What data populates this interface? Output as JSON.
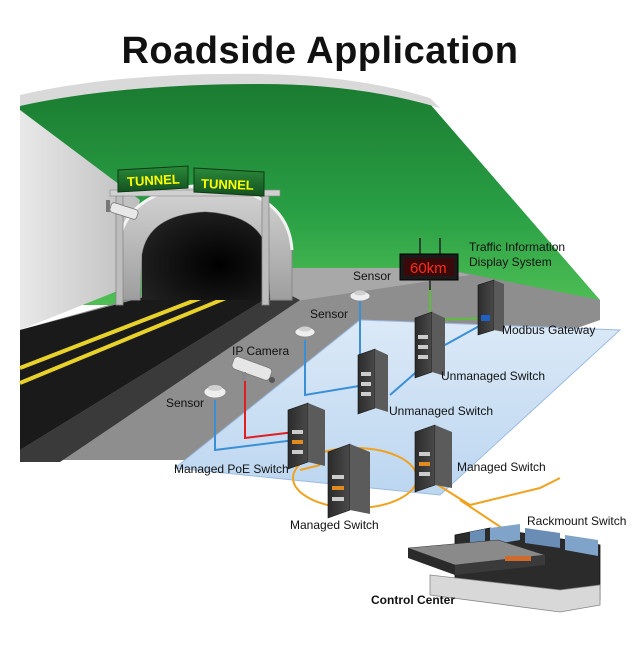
{
  "title": "Roadside Application",
  "tunnel_signs": [
    "TUNNEL",
    "TUNNEL"
  ],
  "display_reading": "60km",
  "labels": {
    "sensor_top": "Sensor",
    "sensor_mid": "Sensor",
    "sensor_left": "Sensor",
    "ip_camera": "IP Camera",
    "traffic_info_1": "Traffic Information",
    "traffic_info_2": "Display System",
    "modbus_gateway": "Modbus Gateway",
    "unmanaged_switch_1": "Unmanaged Switch",
    "unmanaged_switch_2": "Unmanaged Switch",
    "managed_poe_switch": "Managed PoE Switch",
    "managed_switch_1": "Managed Switch",
    "managed_switch_2": "Managed Switch",
    "rackmount_switch": "Rackmount Switch",
    "control_center": "Control Center"
  },
  "colors": {
    "tunnel_green": "#1e8f3a",
    "road": "#1a1a1a",
    "lane_yellow": "#e8d22a",
    "platform": "#cfe3f6",
    "link_blue": "#3b8fd6",
    "link_red": "#e02020",
    "link_green": "#5cbf3a",
    "link_orange": "#f0a21e",
    "sign_green": "#1d6b2a",
    "led_red": "#ff2a1a"
  },
  "icons": [
    "tunnel",
    "cctv-camera",
    "smoke-sensor",
    "ip-camera",
    "industrial-switch",
    "modbus-gateway",
    "led-display",
    "rackmount-switch",
    "control-desk"
  ]
}
